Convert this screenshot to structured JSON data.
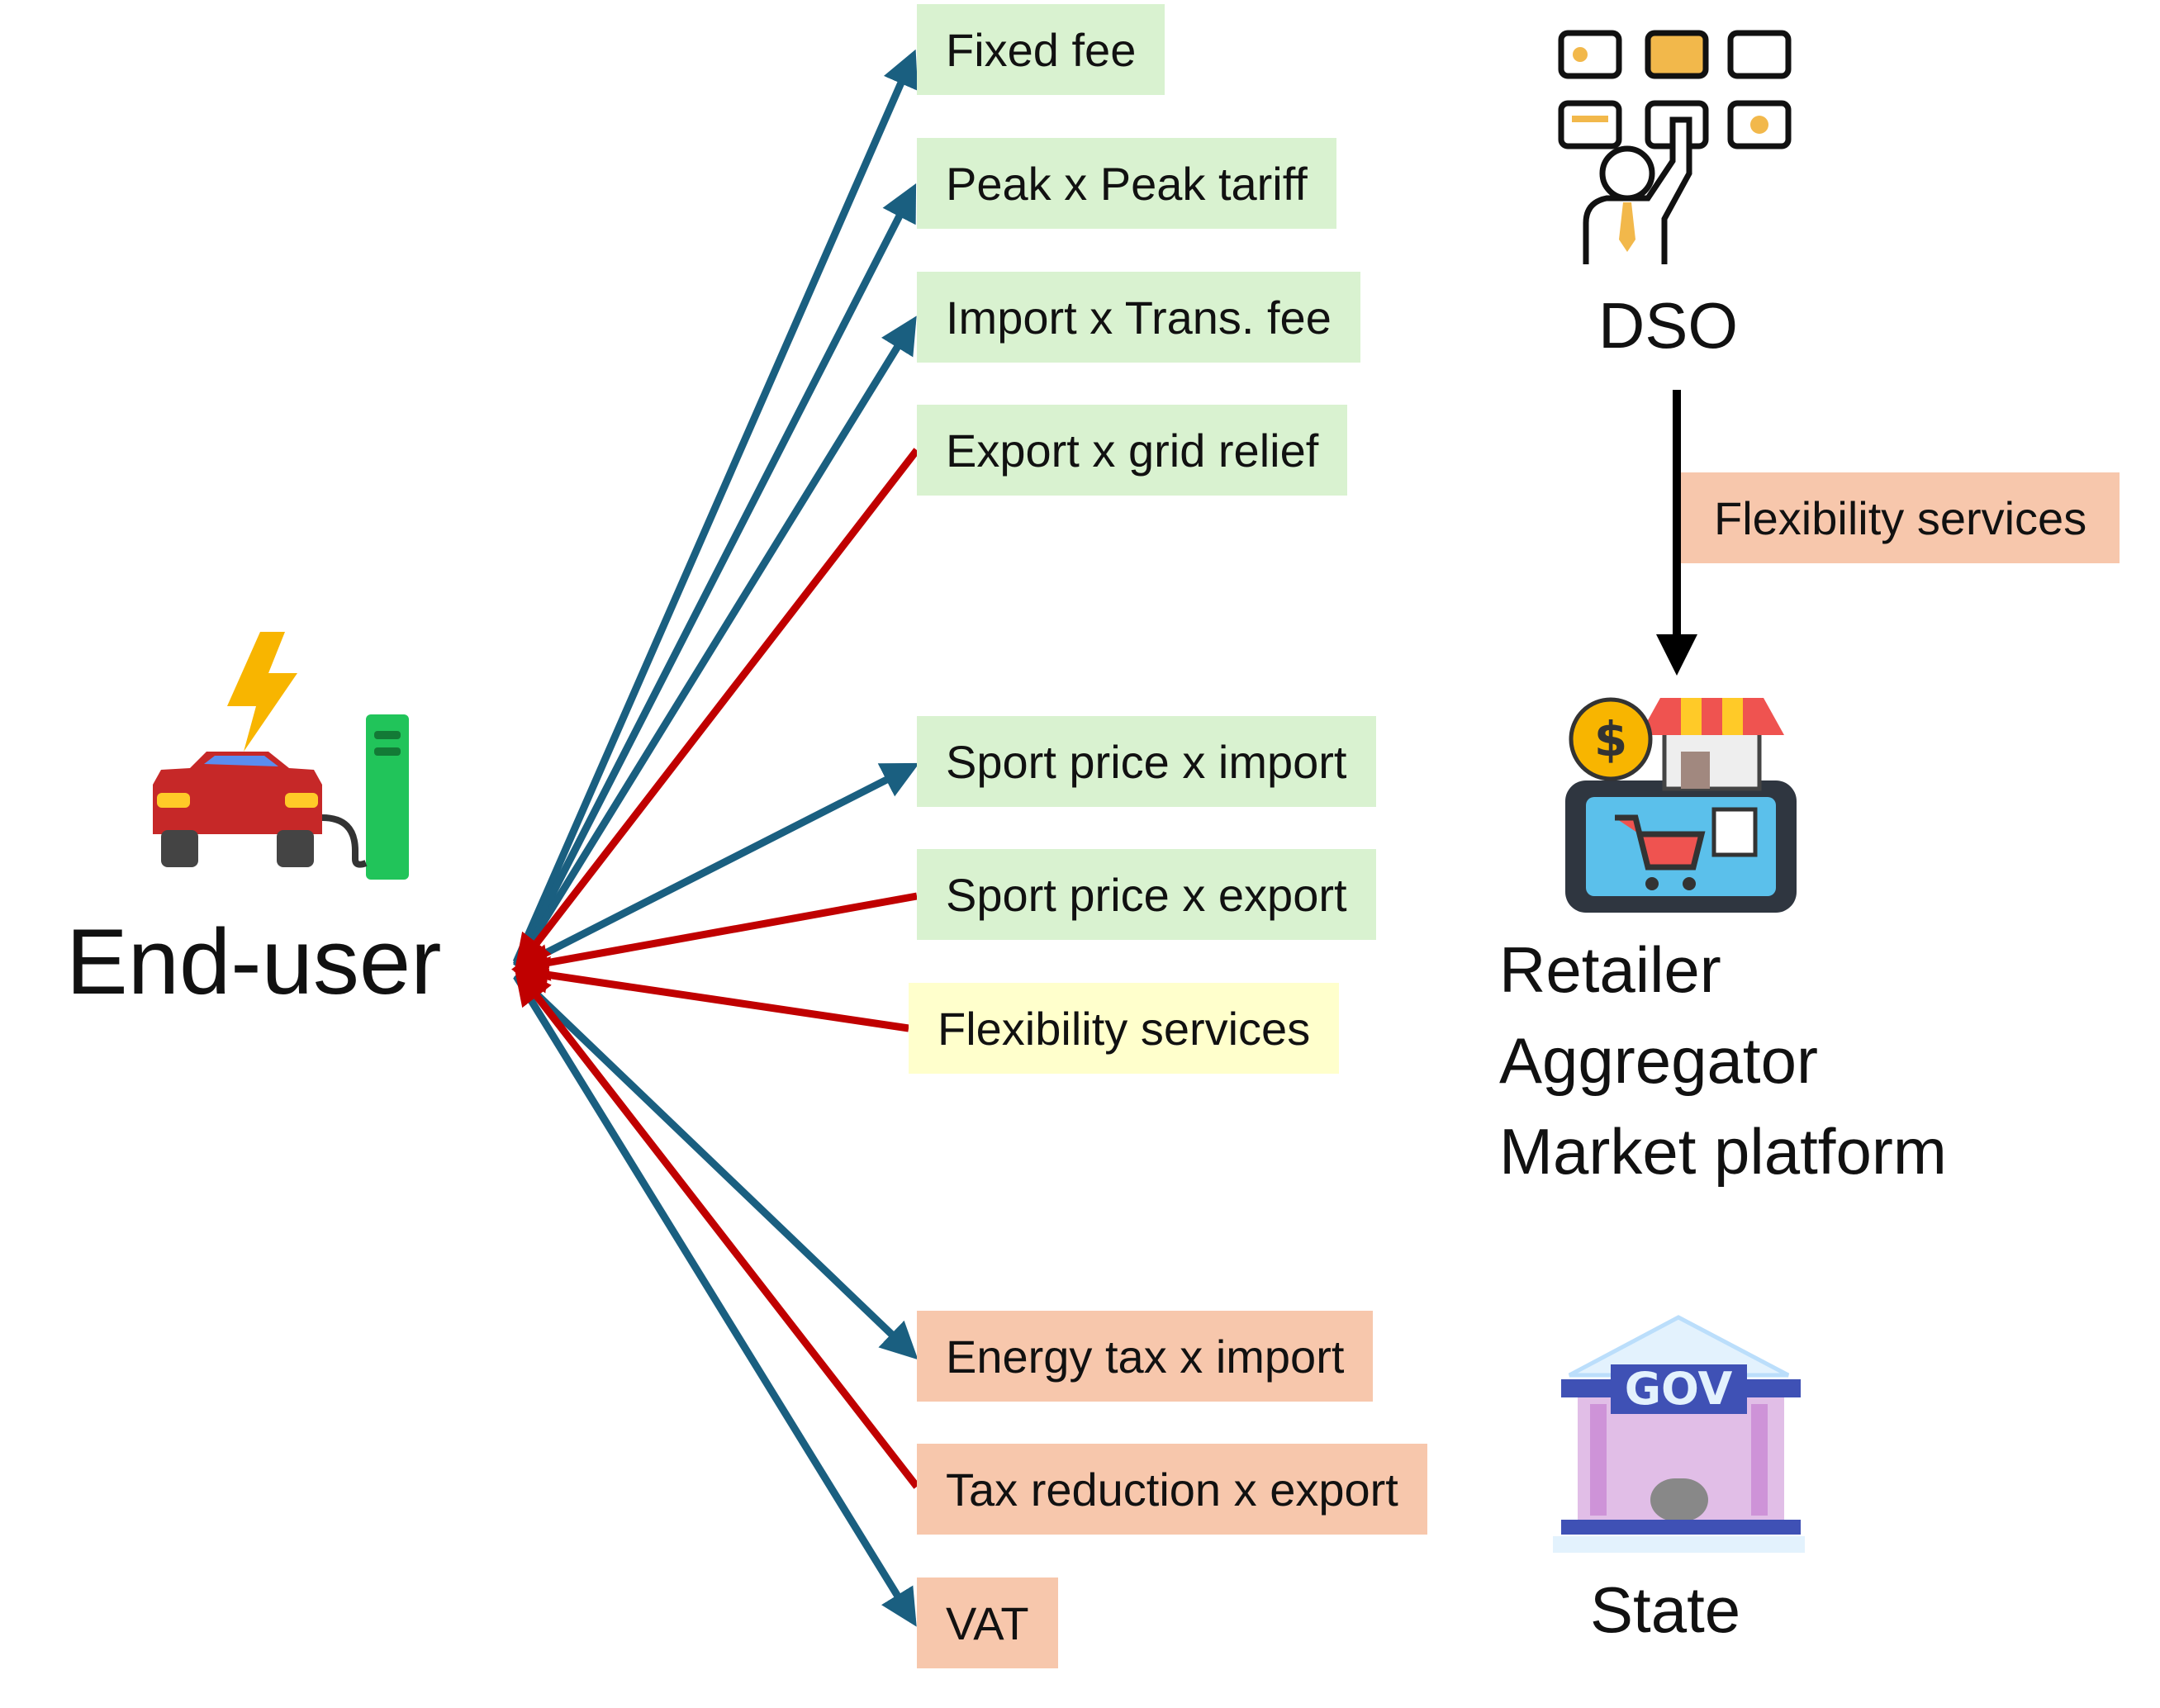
{
  "end_user": {
    "label": "End-user",
    "icon": "ev-charging-icon"
  },
  "flows": [
    {
      "id": "fixed-fee",
      "label": "Fixed fee",
      "direction": "to-dso",
      "color": "#1a5f80"
    },
    {
      "id": "peak-tariff",
      "label": "Peak x Peak tariff",
      "direction": "to-dso",
      "color": "#1a5f80"
    },
    {
      "id": "trans-fee",
      "label": "Import x Trans. fee",
      "direction": "to-dso",
      "color": "#1a5f80"
    },
    {
      "id": "grid-relief",
      "label": "Export x grid relief",
      "direction": "to-user",
      "color": "#c00000"
    },
    {
      "id": "spot-import",
      "label": "Sport price x import",
      "direction": "to-retailer",
      "color": "#1a5f80"
    },
    {
      "id": "spot-export",
      "label": "Sport price x export",
      "direction": "to-user",
      "color": "#c00000"
    },
    {
      "id": "flex-user",
      "label": "Flexibility services",
      "direction": "to-user",
      "color": "#c00000"
    },
    {
      "id": "energy-tax",
      "label": "Energy tax x import",
      "direction": "to-state",
      "color": "#1a5f80"
    },
    {
      "id": "tax-reduction",
      "label": "Tax reduction x export",
      "direction": "to-user",
      "color": "#c00000"
    },
    {
      "id": "vat",
      "label": "VAT",
      "direction": "to-state",
      "color": "#1a5f80"
    }
  ],
  "dso": {
    "label": "DSO",
    "icon": "dso-operator-icon"
  },
  "dso_to_retailer": {
    "label": "Flexibility services",
    "color": "#000000"
  },
  "retailer": {
    "lines": [
      "Retailer",
      "Aggregator",
      "Market platform"
    ],
    "icon": "market-shop-icon"
  },
  "state": {
    "label": "State",
    "icon": "government-building-icon",
    "badge": "GOV"
  },
  "colors": {
    "green_box": "#d9f2d0",
    "yellow_box": "#ffffcc",
    "salmon_box": "#f7c7ac",
    "blue_arrow": "#1a5f80",
    "red_arrow": "#c00000"
  }
}
